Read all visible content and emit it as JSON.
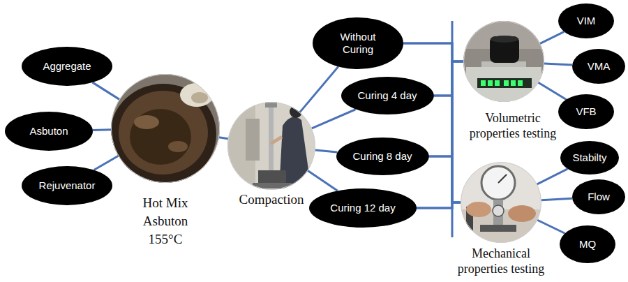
{
  "diagram": {
    "nodes": [
      {
        "text": [
          "Aggregate"
        ]
      },
      {
        "text": [
          "Asbuton"
        ]
      },
      {
        "text": [
          "Rejuvenator"
        ]
      },
      {
        "text": [
          "Hot Mix Asbuton 155°C"
        ]
      },
      {
        "text": [
          "Compaction"
        ]
      },
      {
        "text": [
          "Without Curing"
        ]
      },
      {
        "text": [
          "Curing 4 day"
        ]
      },
      {
        "text": [
          "Curing 8 day"
        ]
      },
      {
        "text": [
          "Curing 12 day"
        ]
      },
      {
        "text": [
          "Volumetric properties testing"
        ]
      },
      {
        "text": [
          "VIM"
        ]
      },
      {
        "text": [
          "VMA"
        ]
      },
      {
        "text": [
          "VFB"
        ]
      },
      {
        "text": [
          "Mechanical properties testing"
        ]
      },
      {
        "text": [
          "Stabilty"
        ]
      },
      {
        "text": [
          "Flow"
        ]
      },
      {
        "text": [
          "MQ"
        ]
      }
    ],
    "edges": [
      {
        "from": 0,
        "to": 3,
        "arrow": "none"
      },
      {
        "from": 1,
        "to": 3,
        "arrow": "none"
      },
      {
        "from": 2,
        "to": 3,
        "arrow": "none"
      },
      {
        "from": 3,
        "to": 4,
        "arrow": "none"
      },
      {
        "from": 4,
        "to": 5,
        "arrow": "none"
      },
      {
        "from": 4,
        "to": 6,
        "arrow": "none"
      },
      {
        "from": 4,
        "to": 7,
        "arrow": "none"
      },
      {
        "from": 4,
        "to": 8,
        "arrow": "none"
      },
      {
        "from": 5,
        "to": 9,
        "arrow": "none"
      },
      {
        "from": 5,
        "to": 13,
        "arrow": "none"
      },
      {
        "from": 6,
        "to": 9,
        "arrow": "none"
      },
      {
        "from": 6,
        "to": 13,
        "arrow": "none"
      },
      {
        "from": 7,
        "to": 9,
        "arrow": "none"
      },
      {
        "from": 7,
        "to": 13,
        "arrow": "none"
      },
      {
        "from": 8,
        "to": 9,
        "arrow": "none"
      },
      {
        "from": 8,
        "to": 13,
        "arrow": "none"
      },
      {
        "from": 9,
        "to": 10,
        "arrow": "none"
      },
      {
        "from": 9,
        "to": 11,
        "arrow": "none"
      },
      {
        "from": 9,
        "to": 12,
        "arrow": "none"
      },
      {
        "from": 13,
        "to": 14,
        "arrow": "none"
      },
      {
        "from": 13,
        "to": 15,
        "arrow": "none"
      },
      {
        "from": 13,
        "to": 16,
        "arrow": "none"
      }
    ]
  }
}
